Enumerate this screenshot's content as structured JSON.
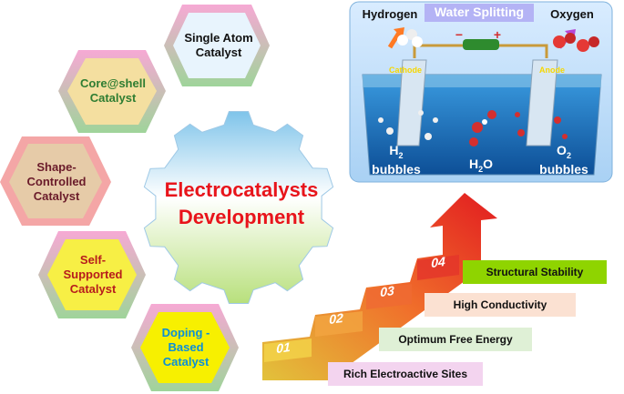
{
  "gear": {
    "line1": "Electrocatalysts",
    "line2": "Development",
    "text_color": "#e8141b"
  },
  "hexagons": [
    {
      "text": "Single Atom Catalyst",
      "text_color": "#111111"
    },
    {
      "text": "Core@shell Catalyst",
      "text_color": "#2e7d32"
    },
    {
      "text": "Shape-Controlled Catalyst",
      "text_color": "#6a1b2a"
    },
    {
      "text": "Self-Supported Catalyst",
      "text_color": "#b71c1c"
    },
    {
      "text": "Doping -Based Catalyst",
      "text_color": "#0a8fd8"
    }
  ],
  "water_splitting": {
    "title": "Water Splitting",
    "left_label": "Hydrogen",
    "right_label": "Oxygen",
    "cathode": "Cathode",
    "anode": "Anode",
    "minus": "−",
    "plus": "+",
    "h2_line1": "H",
    "h2_sub": "2",
    "h2_line2": "bubbles",
    "h2o_main": "H",
    "h2o_sub": "2",
    "h2o_end": "O",
    "o2_line1": "O",
    "o2_sub": "2",
    "o2_line2": "bubbles"
  },
  "steps": [
    {
      "number": "01",
      "label": "Rich  Electroactive Sites",
      "box_color": "#f3d4ef"
    },
    {
      "number": "02",
      "label": "Optimum Free Energy",
      "box_color": "#dff0d6"
    },
    {
      "number": "03",
      "label": "High Conductivity",
      "box_color": "#fbe1d2"
    },
    {
      "number": "04",
      "label": "Structural Stability",
      "box_color": "#8fd400"
    }
  ]
}
